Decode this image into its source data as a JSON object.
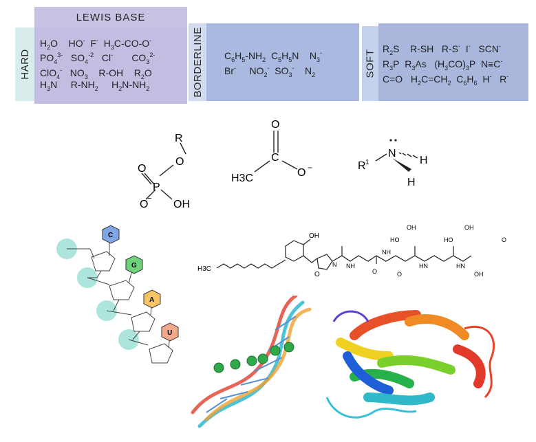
{
  "table": {
    "header": "LEWIS  BASE",
    "hard": {
      "label": "HARD",
      "rows": [
        [
          "H2O",
          "HO-",
          "F-",
          "H3C-CO-O-"
        ],
        [
          "PO4 3-",
          "SO4 -2",
          "Cl-",
          "CO3 2-"
        ],
        [
          "ClO4-",
          "NO3",
          "R-OH",
          "R2O"
        ],
        [
          "H3N",
          "R-NH2",
          "H2N-NH2"
        ]
      ]
    },
    "borderline": {
      "label": "BORDERLINE",
      "rows": [
        [
          "C6H5-NH2",
          "C5H5N",
          "N3-"
        ],
        [
          "Br-",
          "NO2-",
          "SO3-",
          "N2"
        ]
      ]
    },
    "soft": {
      "label": "SOFT",
      "rows": [
        [
          "R2S",
          "R-SH",
          "R-S-",
          "I-",
          "SCN-"
        ],
        [
          "R3P",
          "R3As",
          "(H3CO)3P",
          "N≡C-"
        ],
        [
          "C=O",
          "H2C=CH2",
          "C6H6",
          "H-",
          "R-"
        ]
      ]
    }
  },
  "structures": {
    "phosphate": {
      "r": "R",
      "o1": "O",
      "o2": "O",
      "p": "P",
      "o3": "O",
      "oh": "OH",
      "minus": "−"
    },
    "acetate": {
      "o_top": "O",
      "c": "C",
      "h3c": "H3C",
      "o_minus": "O",
      "minus": "−"
    },
    "amine": {
      "r1": "R",
      "sup": "1",
      "n": "N",
      "h1": "H",
      "h2": "H"
    },
    "rna_bases": [
      "C",
      "G",
      "A",
      "U"
    ],
    "lipopeptide_labels": [
      "OH",
      "HO",
      "O",
      "OH",
      "HO",
      "O",
      "OH",
      "O",
      "NH",
      "NH",
      "HN",
      "N",
      "O",
      "HN",
      "OH",
      "H3C"
    ]
  },
  "colors": {
    "hard_box": "#c3bee1",
    "borderline_box": "#aab9df",
    "soft_box": "#a9b7dc",
    "base_C": "#7fa7e6",
    "base_G": "#6fd37a",
    "base_A": "#f5c466",
    "base_U": "#f2a88a",
    "phosphate_glow": "#9fe0d6"
  }
}
